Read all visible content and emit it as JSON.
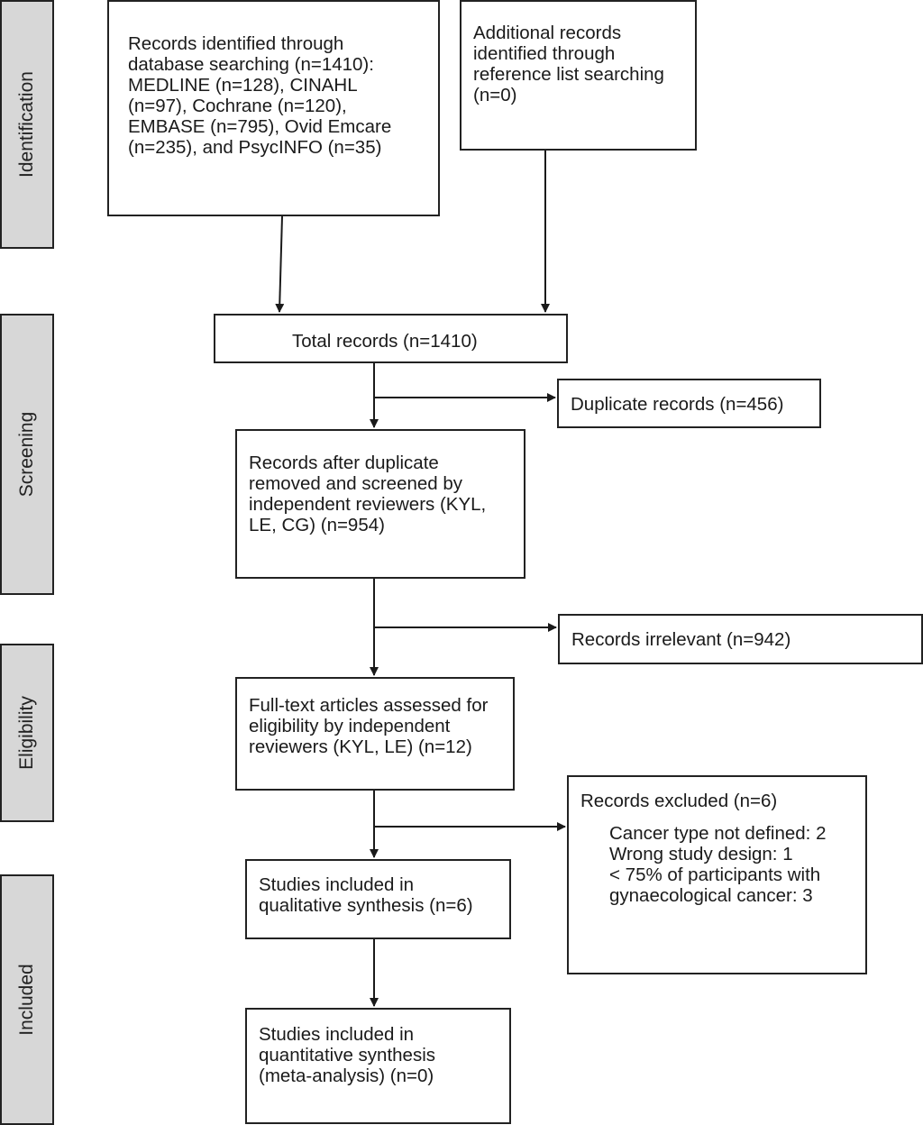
{
  "phases": {
    "identification": "Identification",
    "screening": "Screening",
    "eligibility": "Eligibility",
    "included": "Included"
  },
  "boxes": {
    "database_search": "Records identified through\ndatabase searching (n=1410):\nMEDLINE (n=128), CINAHL\n(n=97), Cochrane (n=120),\nEMBASE (n=795), Ovid Emcare\n(n=235), and PsycINFO (n=35)",
    "additional_records": "Additional records\nidentified through\nreference list searching\n(n=0)",
    "total_records": "Total records (n=1410)",
    "duplicate_records": "Duplicate records (n=456)",
    "after_duplicates": "Records after duplicate\nremoved and screened by\nindependent reviewers (KYL,\nLE, CG) (n=954)",
    "records_irrelevant": "Records irrelevant (n=942)",
    "full_text": "Full-text articles assessed for\neligibility by independent\nreviewers (KYL, LE) (n=12)",
    "records_excluded_title": "Records excluded (n=6)",
    "records_excluded_reasons": "Cancer type not defined: 2\nWrong study design: 1\n< 75% of participants with\ngynaecological cancer: 3",
    "qualitative": "Studies included in\nqualitative synthesis (n=6)",
    "quantitative": "Studies included in\nquantitative synthesis\n(meta-analysis) (n=0)"
  }
}
